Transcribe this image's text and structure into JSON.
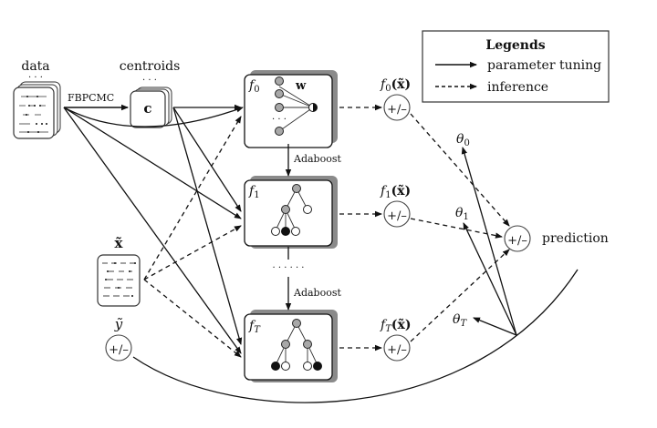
{
  "legend": {
    "title": "Legends",
    "items": [
      {
        "style": "solid",
        "label": "parameter tuning"
      },
      {
        "style": "dashed",
        "label": "inference"
      }
    ]
  },
  "inputs": {
    "data_label": "data",
    "centroids_label": "centroids",
    "centroid_symbol": "c",
    "fbpcmc_label": "FBPCMC",
    "ellipsis": "· · ·",
    "xtilde_label": "x̃",
    "ytilde_label": "ỹ",
    "sign_symbol": "+/–"
  },
  "classifiers": [
    {
      "name": "f",
      "sub": "0",
      "kind": "linear",
      "weight_label": "w"
    },
    {
      "name": "f",
      "sub": "1",
      "kind": "tree"
    },
    {
      "name": "f",
      "sub": "T",
      "kind": "tree"
    }
  ],
  "boosting": {
    "step_label": "Adaboost",
    "ellipsis": "· · · · · ·"
  },
  "outputs": [
    {
      "label": "f",
      "sub": "0",
      "arg": "(x̃)",
      "theta": "θ",
      "theta_sub": "0"
    },
    {
      "label": "f",
      "sub": "1",
      "arg": "(x̃)",
      "theta": "θ",
      "theta_sub": "1"
    },
    {
      "label": "f",
      "sub": "T",
      "arg": "(x̃)",
      "theta": "θ",
      "theta_sub": "T"
    }
  ],
  "prediction": {
    "label": "prediction",
    "symbol": "+/–"
  },
  "colors": {
    "stroke": "#111111",
    "node_gray": "#a8a8a8",
    "shadow": "#8a8a8a"
  }
}
